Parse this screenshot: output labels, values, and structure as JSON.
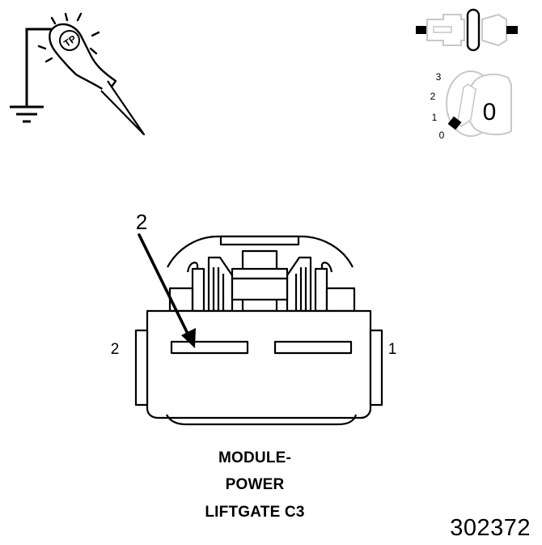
{
  "test_light": {
    "icon": "test-light-probe-icon",
    "brand": "TP"
  },
  "connector_icon": "connector-disconnected-icon",
  "ignition": {
    "icon": "ignition-key-icon",
    "positions": [
      "3",
      "2",
      "1",
      "0"
    ],
    "key_label": "0"
  },
  "connector": {
    "callout_number": "2",
    "pin_left_label": "2",
    "pin_right_label": "1"
  },
  "caption": {
    "line1": "MODULE-",
    "line2": "POWER",
    "line3": "LIFTGATE C3"
  },
  "figure_id": "302372"
}
